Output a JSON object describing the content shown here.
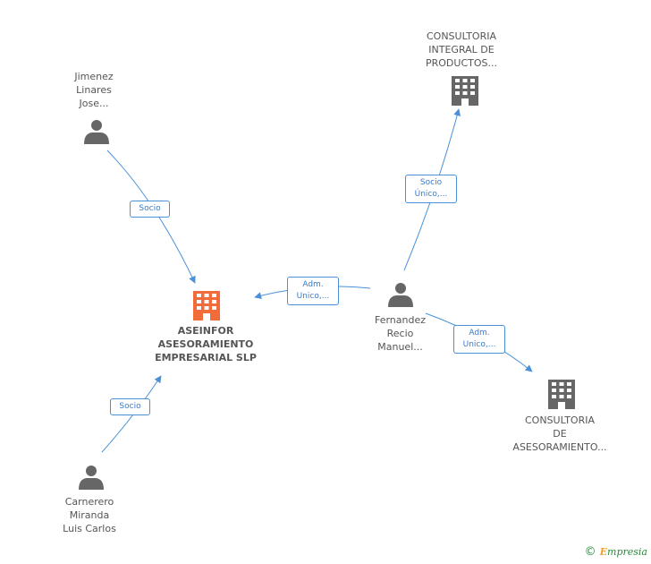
{
  "nodes": {
    "aseinfor": {
      "lines": [
        "ASEINFOR",
        "ASESORAMIENTO",
        "EMPRESARIAL SLP"
      ]
    },
    "jimenez": {
      "lines": [
        "Jimenez",
        "Linares",
        "Jose..."
      ]
    },
    "carnerero": {
      "lines": [
        "Carnerero",
        "Miranda",
        "Luis Carlos"
      ]
    },
    "fernandez": {
      "lines": [
        "Fernandez",
        "Recio",
        "Manuel..."
      ]
    },
    "consultoria_integral": {
      "lines": [
        "CONSULTORIA",
        "INTEGRAL DE",
        "PRODUCTOS..."
      ]
    },
    "consultoria_asesoramiento": {
      "lines": [
        "CONSULTORIA",
        "DE",
        "ASESORAMIENTO..."
      ]
    }
  },
  "edges": {
    "jimenez_aseinfor": {
      "lines": [
        "Socio"
      ]
    },
    "carnerero_aseinfor": {
      "lines": [
        "Socio"
      ]
    },
    "fernandez_aseinfor": {
      "lines": [
        "Adm.",
        "Unico,..."
      ]
    },
    "fernandez_integral": {
      "lines": [
        "Socio",
        "Único,..."
      ]
    },
    "fernandez_asesoramiento": {
      "lines": [
        "Adm.",
        "Unico,..."
      ]
    }
  },
  "footer": {
    "copyright": "©",
    "brand_first": "E",
    "brand_rest": "mpresia"
  },
  "colors": {
    "edge": "#4a90d9",
    "main_building": "#f26b3a",
    "building": "#666666",
    "person": "#666666"
  },
  "icons": {
    "person": "person-icon",
    "building": "building-icon"
  }
}
